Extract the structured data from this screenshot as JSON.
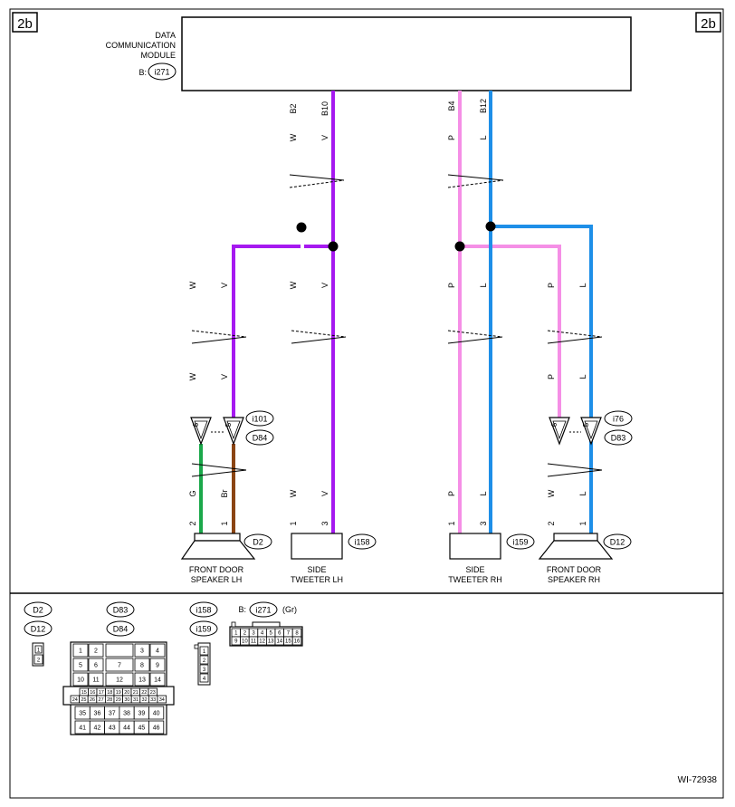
{
  "page_tag": "2b",
  "module": {
    "title_lines": [
      "DATA",
      "COMMUNICATION",
      "MODULE"
    ],
    "connector_prefix": "B:",
    "connector_id": "i271"
  },
  "module_pins": {
    "b2": {
      "pin": "B2",
      "color": "W"
    },
    "b10": {
      "pin": "B10",
      "color": "V"
    },
    "b4": {
      "pin": "B4",
      "color": "P"
    },
    "b12": {
      "pin": "B12",
      "color": "L"
    }
  },
  "wire_labels": {
    "lh_w1": "W",
    "lh_v1": "V",
    "lh_w2": "W",
    "lh_v2": "V",
    "tl_w": "W",
    "tl_v": "V",
    "tr_p": "P",
    "tr_l": "L",
    "rh_p1": "P",
    "rh_l1": "L",
    "rh_p2": "P",
    "rh_l2": "L",
    "lh_g": "G",
    "lh_br": "Br",
    "tl_w3": "W",
    "tl_v3": "V",
    "tr_p3": "P",
    "tr_l3": "L",
    "rh_w3": "W",
    "rh_l3": "L"
  },
  "inline_connectors": {
    "left": {
      "pin_a": "6",
      "pin_b": "5",
      "id_top": "i101",
      "id_bottom": "D84"
    },
    "right": {
      "pin_a": "6",
      "pin_b": "5",
      "id_top": "i76",
      "id_bottom": "D83"
    }
  },
  "components": {
    "speaker_lh": {
      "pins": [
        "2",
        "1"
      ],
      "connector": "D2",
      "label": [
        "FRONT DOOR",
        "SPEAKER LH"
      ]
    },
    "tweeter_lh": {
      "pins": [
        "1",
        "3"
      ],
      "connector": "i158",
      "label": [
        "SIDE",
        "TWEETER LH"
      ]
    },
    "tweeter_rh": {
      "pins": [
        "1",
        "3"
      ],
      "connector": "i159",
      "label": [
        "SIDE",
        "TWEETER RH"
      ]
    },
    "speaker_rh": {
      "pins": [
        "2",
        "1"
      ],
      "connector": "D12",
      "label": [
        "FRONT DOOR",
        "SPEAKER RH"
      ]
    }
  },
  "legend": {
    "d2": "D2",
    "d12": "D12",
    "d83": "D83",
    "d84": "D84",
    "i158": "i158",
    "i159": "i159",
    "b_prefix": "B:",
    "i271": "i271",
    "i271_color": "(Gr)",
    "small2_pins": [
      "1",
      "2"
    ],
    "small4_pins": [
      "1",
      "2",
      "3",
      "4"
    ],
    "i271_rows": [
      [
        "1",
        "2",
        "3",
        "4",
        "5",
        "6",
        "7",
        "8"
      ],
      [
        "9",
        "10",
        "11",
        "12",
        "13",
        "14",
        "15",
        "16"
      ]
    ],
    "d83_rows": [
      [
        "1",
        "2",
        "",
        "3",
        "4"
      ],
      [
        "5",
        "6",
        "7",
        "8",
        "9"
      ],
      [
        "10",
        "11",
        "12",
        "13",
        "14"
      ],
      [
        "15",
        "16",
        "17",
        "18",
        "19",
        "20",
        "21",
        "22",
        "23"
      ],
      [
        "24",
        "25",
        "26",
        "27",
        "28",
        "29",
        "30",
        "31",
        "32",
        "33",
        "34"
      ],
      [
        "35",
        "36",
        "37",
        "38",
        "39",
        "40"
      ],
      [
        "41",
        "42",
        "43",
        "44",
        "45",
        "46"
      ]
    ]
  },
  "doc_code": "WI-72938",
  "colors": {
    "violet": "#a619f0",
    "pink": "#f58fe6",
    "blue": "#1e8fe8",
    "green": "#1aa84a",
    "brown": "#8b4513"
  }
}
